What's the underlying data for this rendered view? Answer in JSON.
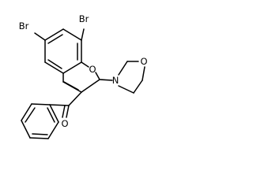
{
  "molecule": {
    "atoms": {
      "br_left": "Br",
      "br_right": "Br",
      "o_ring": "O",
      "n_morpholine": "N",
      "o_morpholine": "O",
      "o_carbonyl": "O"
    }
  }
}
